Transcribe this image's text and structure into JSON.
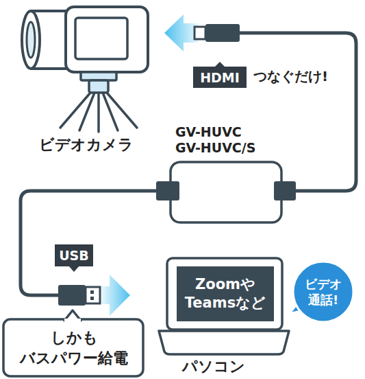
{
  "diagram": {
    "nodes": [
      {
        "text": [
          "ビデオカメラ"
        ]
      },
      {
        "text": [
          "HDMI"
        ]
      },
      {
        "text": [
          "GV-HUVC GV-HUVC/S"
        ]
      },
      {
        "text": [
          "USB"
        ]
      },
      {
        "text": [
          "パソコン"
        ]
      },
      {
        "text": [
          "Zoomや Teamsなど"
        ],
        "in": 4
      },
      {
        "text": [
          "ビデオ 通話!"
        ]
      },
      {
        "text": [
          "しかも バスパワー給電"
        ]
      }
    ],
    "edges": [
      {
        "from": 2,
        "to": 0,
        "arrow": "to"
      },
      {
        "from": 2,
        "to": 4,
        "arrow": "to"
      }
    ],
    "labels": [
      "つなぐだけ!"
    ]
  }
}
